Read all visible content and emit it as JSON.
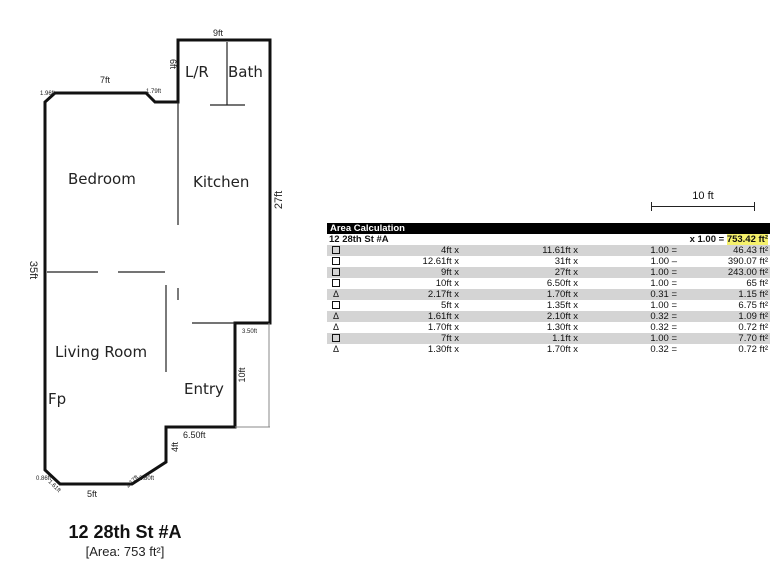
{
  "floor_plan": {
    "dimensions": {
      "top": "9ft",
      "lr_left": "6ft",
      "left_top": "7ft",
      "left_corner_left": "1.96ft",
      "left_corner_right": "1.79ft",
      "right": "27ft",
      "left": "35ft",
      "small_right": "3.50ft",
      "entry_right": "10ft",
      "bottom_step": "6.50ft",
      "bottom_step_vertical": "4ft",
      "bottom": "5ft",
      "bottom_corner_left": "0.86ft",
      "bottom_corner_left2": "1.61ft",
      "bottom_corner_right": "2.17ft",
      "bottom_corner_right2": "2.80ft"
    },
    "rooms": {
      "lr": "L/R",
      "bath": "Bath",
      "bedroom": "Bedroom",
      "kitchen": "Kitchen",
      "living_room": "Living Room",
      "entry": "Entry",
      "fireplace": "Fp"
    }
  },
  "caption": {
    "address": "12 28th St #A",
    "area": "[Area: 753 ft²]"
  },
  "scale_bar": {
    "label": "10 ft"
  },
  "area_table": {
    "header": "Area Calculation",
    "address": "12 28th St #A",
    "multiplier": "x 1.00 =",
    "total": "753.42 ft²",
    "rows": [
      {
        "icon": "square",
        "a": "4ft x",
        "b": "11.61ft x",
        "f": "1.00 =",
        "r": "46.43 ft²"
      },
      {
        "icon": "square",
        "a": "12.61ft x",
        "b": "31ft x",
        "f": "1.00 –",
        "r": "390.07 ft²"
      },
      {
        "icon": "square",
        "a": "9ft x",
        "b": "27ft x",
        "f": "1.00 =",
        "r": "243.00 ft²"
      },
      {
        "icon": "square",
        "a": "10ft x",
        "b": "6.50ft x",
        "f": "1.00 =",
        "r": "65 ft²"
      },
      {
        "icon": "triangle",
        "a": "2.17ft x",
        "b": "1.70ft x",
        "f": "0.31 =",
        "r": "1.15 ft²"
      },
      {
        "icon": "square",
        "a": "5ft x",
        "b": "1.35ft x",
        "f": "1.00 =",
        "r": "6.75 ft²"
      },
      {
        "icon": "triangle",
        "a": "1.61ft x",
        "b": "2.10ft x",
        "f": "0.32 =",
        "r": "1.09 ft²"
      },
      {
        "icon": "triangle",
        "a": "1.70ft x",
        "b": "1.30ft x",
        "f": "0.32 =",
        "r": "0.72 ft²"
      },
      {
        "icon": "square",
        "a": "7ft x",
        "b": "1.1ft x",
        "f": "1.00 =",
        "r": "7.70 ft²"
      },
      {
        "icon": "triangle",
        "a": "1.30ft x",
        "b": "1.70ft x",
        "f": "0.32 =",
        "r": "0.72 ft²"
      }
    ]
  }
}
